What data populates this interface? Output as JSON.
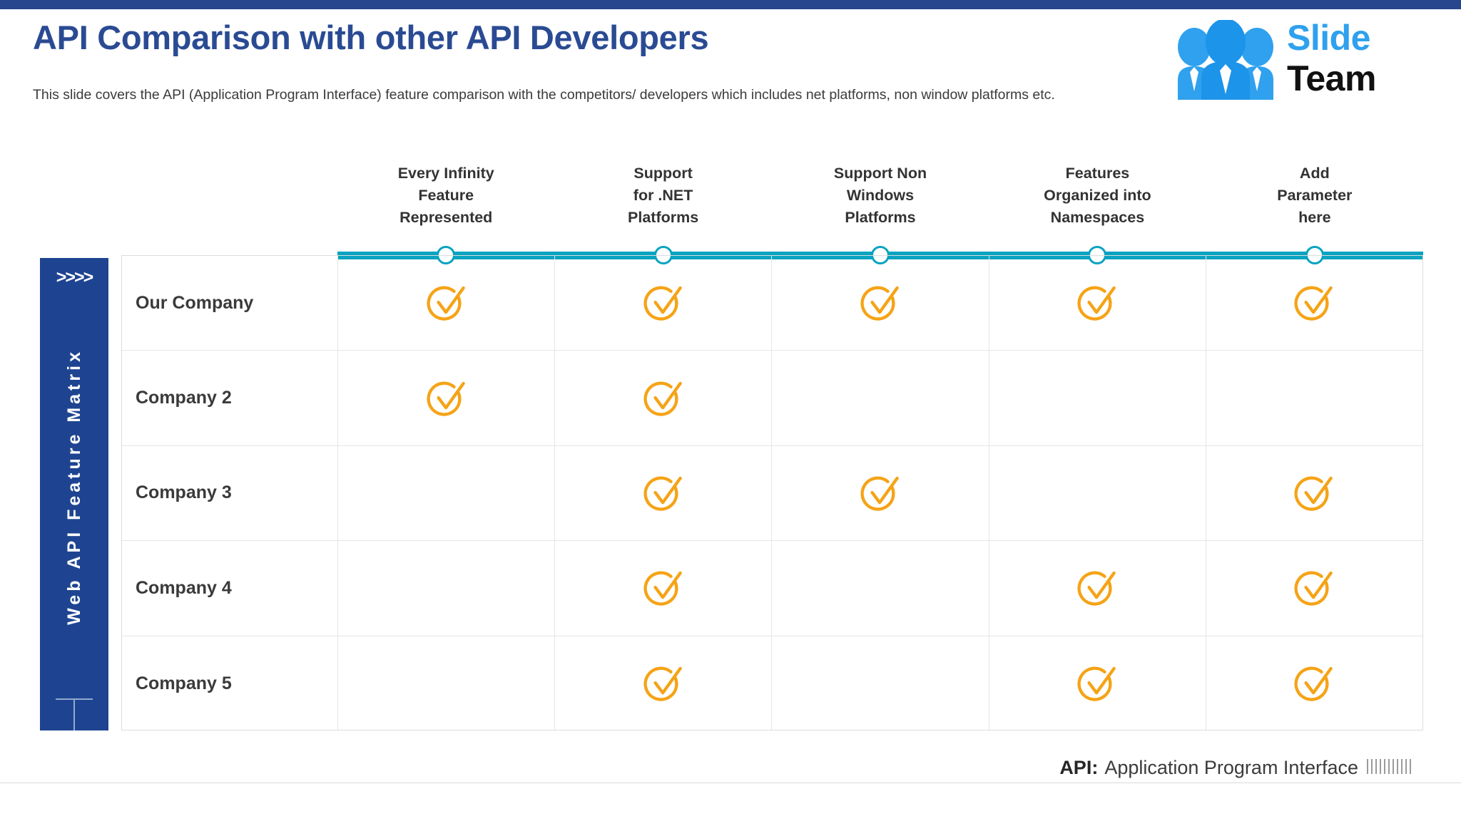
{
  "header": {
    "title": "API Comparison with other API Developers",
    "subtitle": "This slide covers the API (Application Program Interface) feature comparison with the competitors/ developers which includes net platforms, non window platforms etc.",
    "accent_color": "#28468D",
    "title_color": "#2A4B93"
  },
  "logo": {
    "brand_line1": "Slide",
    "brand_line2": "Team",
    "brand_color_1": "#2FA1EE",
    "brand_color_2": "#111111",
    "people_color": "#2FA1EE"
  },
  "side_panel": {
    "chevrons": ">>>>",
    "vertical_label": "Web API Feature Matrix",
    "background_color": "#1E4491"
  },
  "timeline": {
    "line_color": "#07A3C0",
    "node_count": 5
  },
  "matrix": {
    "columns": [
      "Every Infinity\nFeature\nRepresented",
      "Support\nfor .NET\nPlatforms",
      "Support Non\nWindows\nPlatforms",
      "Features\nOrganized into\nNamespaces",
      "Add\nParameter\nhere"
    ],
    "column_lines": [
      [
        "Every Infinity",
        "Feature",
        "Represented"
      ],
      [
        "Support",
        "for .NET",
        "Platforms"
      ],
      [
        "Support Non",
        "Windows",
        "Platforms"
      ],
      [
        "Features",
        "Organized into",
        "Namespaces"
      ],
      [
        "Add",
        "Parameter",
        "here"
      ]
    ],
    "check_color": "#F5A316",
    "rows": [
      {
        "label": "Our Company",
        "cells": [
          true,
          true,
          true,
          true,
          true
        ]
      },
      {
        "label": "Company 2",
        "cells": [
          true,
          true,
          false,
          false,
          false
        ]
      },
      {
        "label": "Company 3",
        "cells": [
          false,
          true,
          true,
          false,
          true
        ]
      },
      {
        "label": "Company 4",
        "cells": [
          false,
          true,
          false,
          true,
          true
        ]
      },
      {
        "label": "Company 5",
        "cells": [
          false,
          true,
          false,
          true,
          true
        ]
      }
    ]
  },
  "footer": {
    "key": "API:",
    "value": "Application Program Interface",
    "decor_bar_count": 11
  }
}
